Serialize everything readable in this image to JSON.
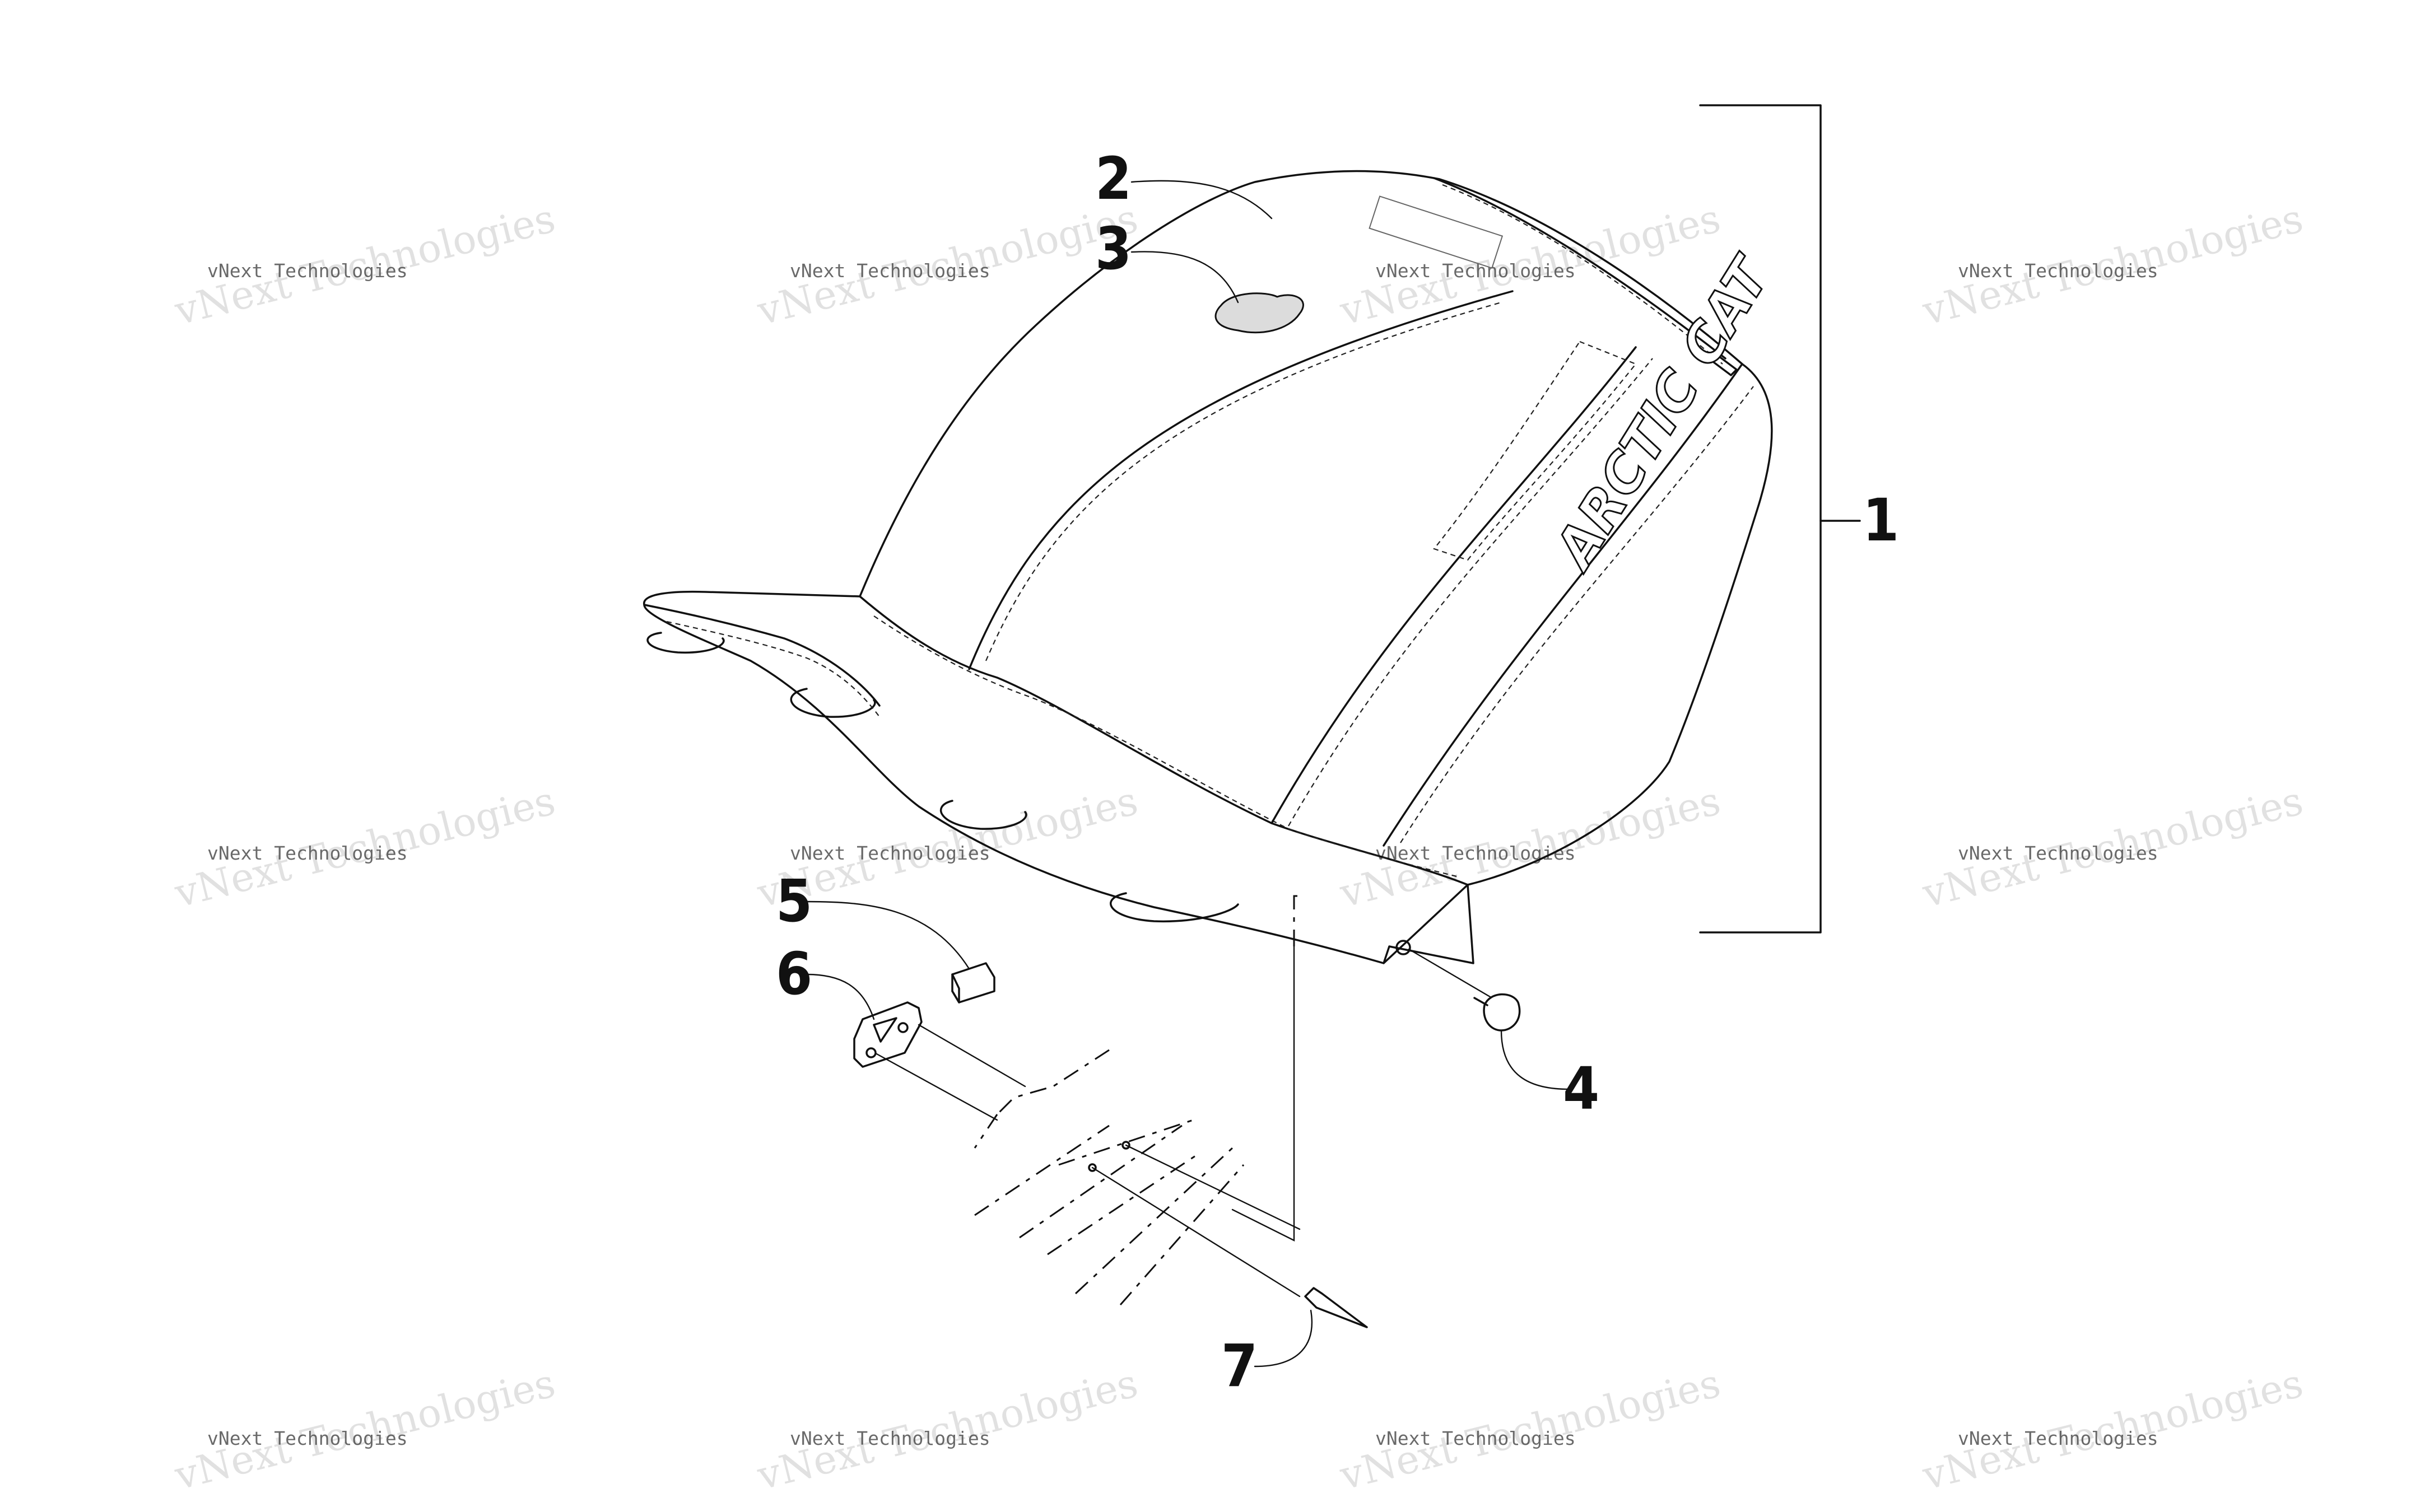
{
  "diagram": {
    "callouts": [
      {
        "id": "1",
        "label": "1"
      },
      {
        "id": "2",
        "label": "2"
      },
      {
        "id": "3",
        "label": "3"
      },
      {
        "id": "4",
        "label": "4"
      },
      {
        "id": "5",
        "label": "5"
      },
      {
        "id": "6",
        "label": "6"
      },
      {
        "id": "7",
        "label": "7"
      }
    ],
    "seat_logo": "ARCTIC CAT",
    "watermark": {
      "big": "vNext Technologies",
      "small": "vNext Technologies"
    }
  }
}
